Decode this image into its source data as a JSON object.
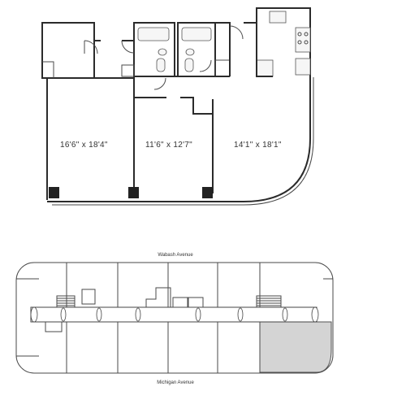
{
  "unit_plan": {
    "rooms": [
      {
        "dimensions": "16'6\" x 18'4\""
      },
      {
        "dimensions": "11'6\" x 12'7\""
      },
      {
        "dimensions": "14'1\" x 18'1\""
      }
    ]
  },
  "key_plan": {
    "street_top": "Wabash Avenue",
    "street_bottom": "Michigan Avenue",
    "highlight_color": "#d4d4d4"
  }
}
